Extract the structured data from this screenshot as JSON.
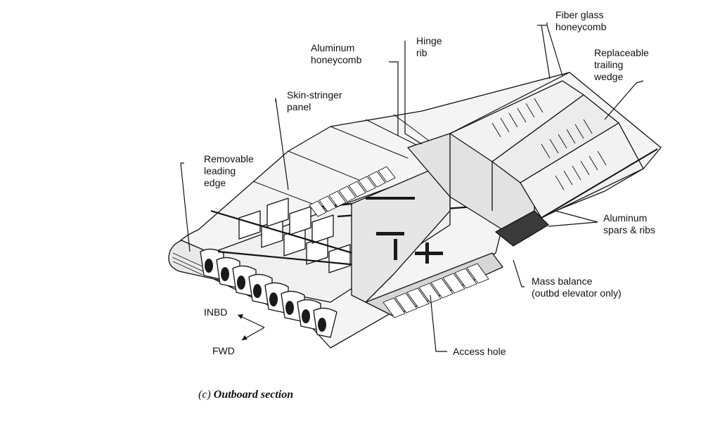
{
  "labels": {
    "fiber_glass_honeycomb": [
      "Fiber glass",
      "honeycomb"
    ],
    "replaceable_trailing_wedge": [
      "Replaceable",
      "trailing",
      "wedge"
    ],
    "hinge_rib": [
      "Hinge",
      "rib"
    ],
    "aluminum_honeycomb": [
      "Aluminum",
      "honeycomb"
    ],
    "skin_stringer_panel": [
      "Skin-stringer",
      "panel"
    ],
    "removable_leading_edge": [
      "Removable",
      "leading",
      "edge"
    ],
    "aluminum_spars_ribs": [
      "Aluminum",
      "spars & ribs"
    ],
    "mass_balance": [
      "Mass balance",
      "(outbd elevator only)"
    ],
    "access_hole": "Access hole",
    "inbd": "INBD",
    "fwd": "FWD"
  },
  "caption": {
    "tag": "(c)",
    "text": "Outboard section"
  },
  "colors": {
    "ink": "#111111",
    "surface": "#f4f4f4",
    "shadow": "#d6d6d6",
    "dark": "#3a3a3a"
  }
}
